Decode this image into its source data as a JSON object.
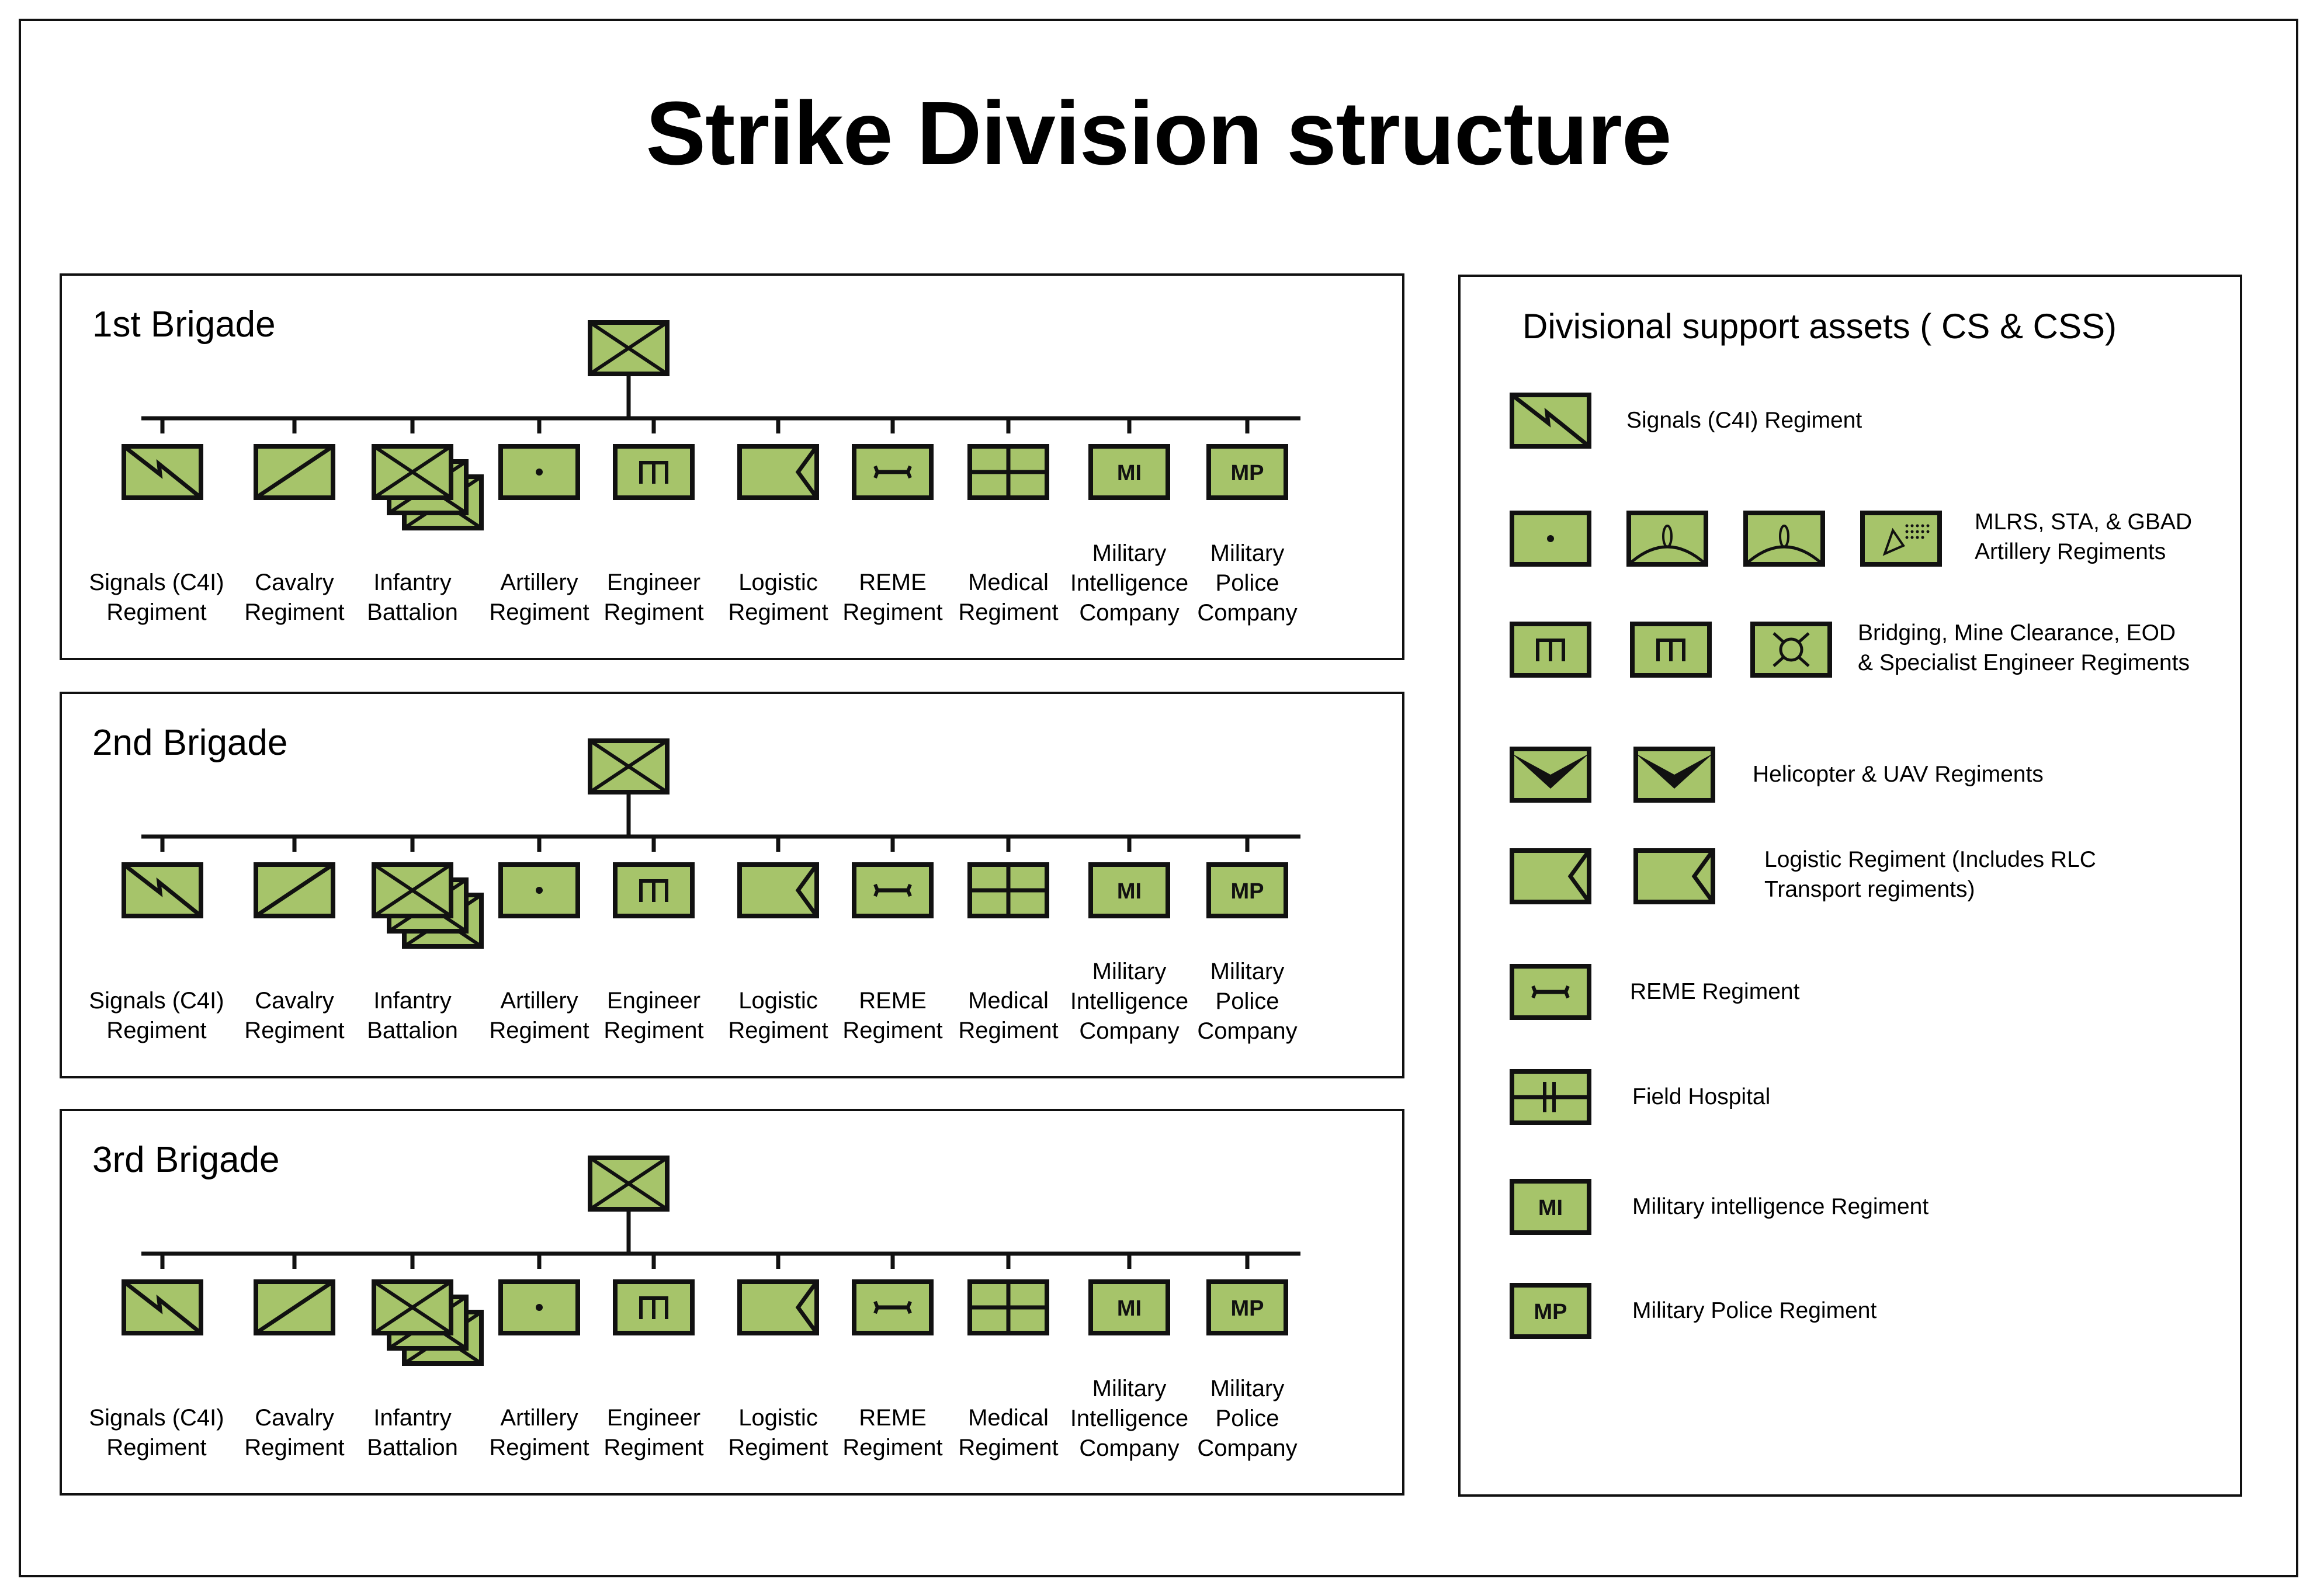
{
  "title": "Strike Division structure",
  "colors": {
    "unit_fill": "#a6c46a",
    "stroke": "#111111",
    "background": "#ffffff"
  },
  "brigades": [
    {
      "name": "1st Brigade"
    },
    {
      "name": "2nd Brigade"
    },
    {
      "name": "3rd Brigade"
    }
  ],
  "units": [
    {
      "symbol": "signals",
      "label": [
        "Signals (C4I)",
        "Regiment"
      ]
    },
    {
      "symbol": "cavalry",
      "label": [
        "Cavalry",
        "Regiment"
      ]
    },
    {
      "symbol": "infantry-stack",
      "label": [
        "Infantry",
        "Battalion"
      ]
    },
    {
      "symbol": "artillery",
      "label": [
        "Artillery",
        "Regiment"
      ]
    },
    {
      "symbol": "engineer",
      "label": [
        "Engineer",
        "Regiment"
      ]
    },
    {
      "symbol": "logistic",
      "label": [
        "Logistic",
        "Regiment"
      ]
    },
    {
      "symbol": "reme",
      "label": [
        "REME",
        "Regiment"
      ]
    },
    {
      "symbol": "medical",
      "label": [
        "Medical",
        "Regiment"
      ]
    },
    {
      "symbol": "mi",
      "text": "MI",
      "label": [
        "Military",
        "Intelligence",
        "Company"
      ]
    },
    {
      "symbol": "mp",
      "text": "MP",
      "label": [
        "Military",
        "Police",
        "Company"
      ]
    }
  ],
  "support": {
    "title": "Divisional support assets ( CS & CSS)",
    "rows": [
      {
        "symbols": [
          "signals"
        ],
        "text": [
          "Signals (C4I) Regiment"
        ]
      },
      {
        "symbols": [
          "artillery",
          "sta-radar",
          "sta-radar",
          "gbad"
        ],
        "text": [
          "MLRS, STA, & GBAD",
          "Artillery Regiments"
        ]
      },
      {
        "symbols": [
          "engineer",
          "engineer",
          "eod"
        ],
        "text": [
          "Bridging, Mine Clearance, EOD",
          "& Specialist Engineer Regiments"
        ]
      },
      {
        "symbols": [
          "aviation",
          "aviation"
        ],
        "text": [
          "Helicopter & UAV Regiments"
        ]
      },
      {
        "symbols": [
          "logistic",
          "logistic"
        ],
        "text": [
          "Logistic Regiment (Includes RLC",
          "Transport regiments)"
        ]
      },
      {
        "symbols": [
          "reme"
        ],
        "text": [
          "REME Regiment"
        ]
      },
      {
        "symbols": [
          "field-hospital"
        ],
        "text": [
          "Field Hospital"
        ]
      },
      {
        "symbols": [
          "mi"
        ],
        "symbol_text": "MI",
        "text": [
          "Military intelligence Regiment"
        ]
      },
      {
        "symbols": [
          "mp"
        ],
        "symbol_text": "MP",
        "text": [
          "Military Police Regiment"
        ]
      }
    ]
  }
}
